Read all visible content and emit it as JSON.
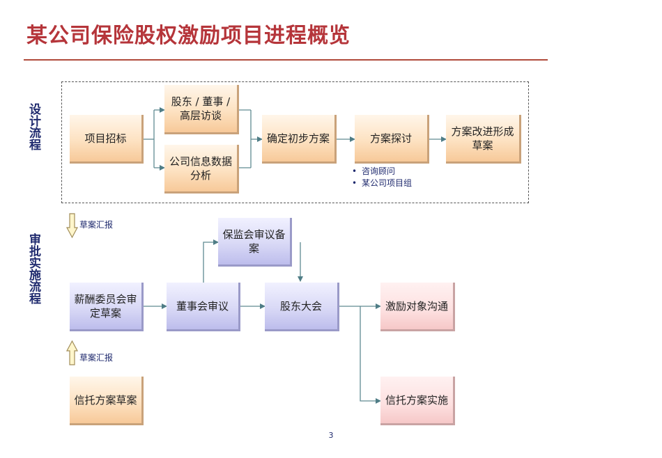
{
  "title": "某公司保险股权激励项目进程概览",
  "sections": {
    "design": "设计流程",
    "approval": "审批实施流程"
  },
  "design": {
    "bidding": "项目招标",
    "interview": "股东 / 董事 / 高层访谈",
    "data_analysis": "公司信息数据分析",
    "initial_plan": "确定初步方案",
    "plan_discussion": "方案探讨",
    "plan_revision": "方案改进形成草案",
    "discussion_parties": [
      "咨询顾问",
      "某公司项目组"
    ]
  },
  "approval": {
    "draft_report_1": "草案汇报",
    "draft_report_2": "草案汇报",
    "committee_review": "薪酬委员会审定草案",
    "board_review": "董事会审议",
    "regulator_filing": "保监会审议备案",
    "shareholders_meeting": "股东大会",
    "incentive_communication": "激励对象沟通",
    "trust_plan_draft": "信托方案草案",
    "trust_plan_implementation": "信托方案实施"
  },
  "page_number": "3"
}
